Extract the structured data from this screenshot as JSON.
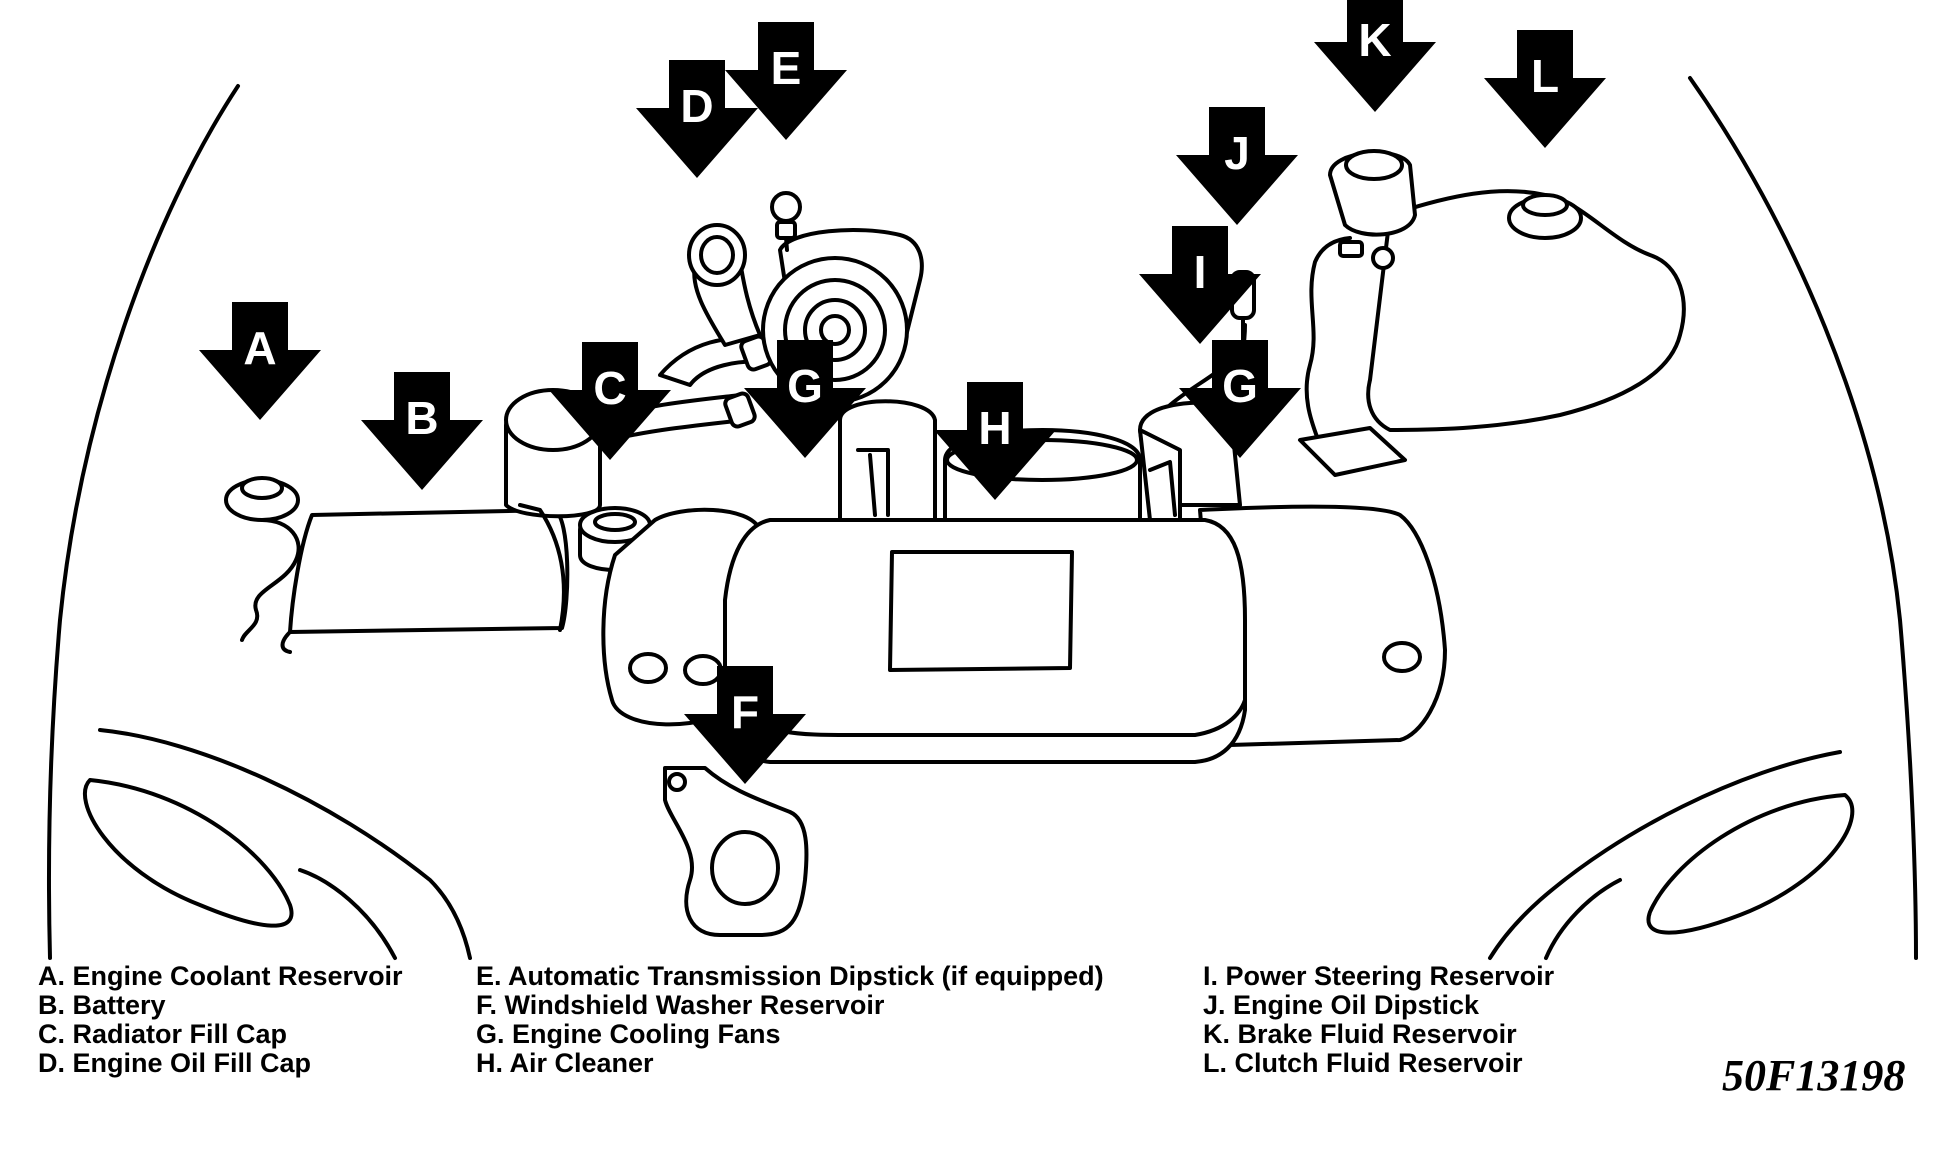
{
  "callouts": {
    "A": "A",
    "B": "B",
    "C": "C",
    "D": "D",
    "E": "E",
    "F": "F",
    "G": "G",
    "H": "H",
    "I": "I",
    "J": "J",
    "K": "K",
    "L": "L"
  },
  "legend": {
    "a": "A. Engine Coolant Reservoir",
    "b": "B. Battery",
    "c": "C. Radiator Fill Cap",
    "d": "D. Engine Oil Fill Cap",
    "e": "E. Automatic Transmission Dipstick (if equipped)",
    "f": "F. Windshield Washer Reservoir",
    "g": "G. Engine Cooling Fans",
    "h": "H. Air Cleaner",
    "i": "I. Power Steering Reservoir",
    "j": "J. Engine Oil Dipstick",
    "k": "K. Brake Fluid Reservoir",
    "l": "L. Clutch Fluid Reservoir"
  },
  "figure_code": "50F13198"
}
